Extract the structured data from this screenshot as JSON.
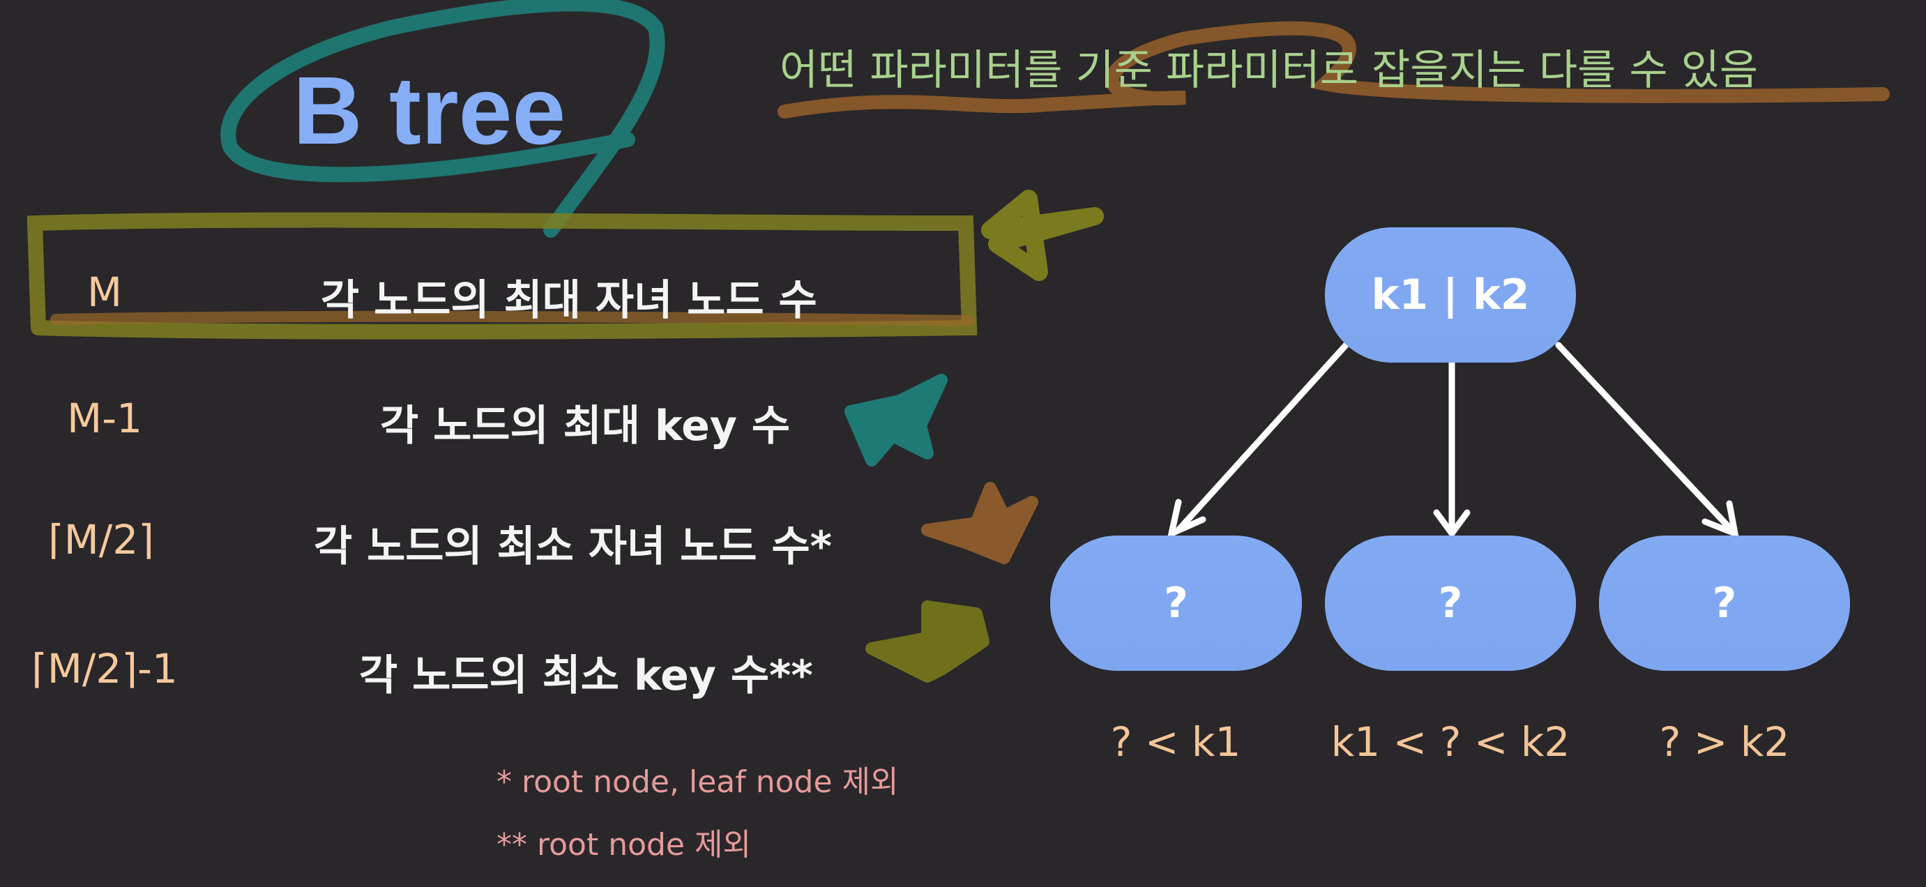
{
  "title": "B tree",
  "subtitle": "어떤 파라미터를 기준 파라미터로 잡을지는 다를 수 있음",
  "rows": [
    {
      "symbol": "M",
      "description": "각 노드의 최대 자녀 노드 수"
    },
    {
      "symbol": "M-1",
      "description": "각 노드의 최대 key 수"
    },
    {
      "symbol": "⌈M/2⌉",
      "description": "각 노드의 최소 자녀 노드 수*"
    },
    {
      "symbol": "⌈M/2⌉-1",
      "description": "각 노드의 최소 key 수**"
    }
  ],
  "footnotes": [
    "* root node, leaf node 제외",
    "** root node 제외"
  ],
  "diagram": {
    "root": "k1 | k2",
    "children": [
      "?",
      "?",
      "?"
    ],
    "conditions": [
      "? < k1",
      "k1 < ? < k2",
      "? > k2"
    ]
  },
  "colors": {
    "background": "#29272a",
    "node": "#7ea6f0",
    "title": "#86aef7",
    "subtitle": "#a9d18e",
    "symbol": "#f6c99c",
    "footnote": "#e69a9a"
  }
}
